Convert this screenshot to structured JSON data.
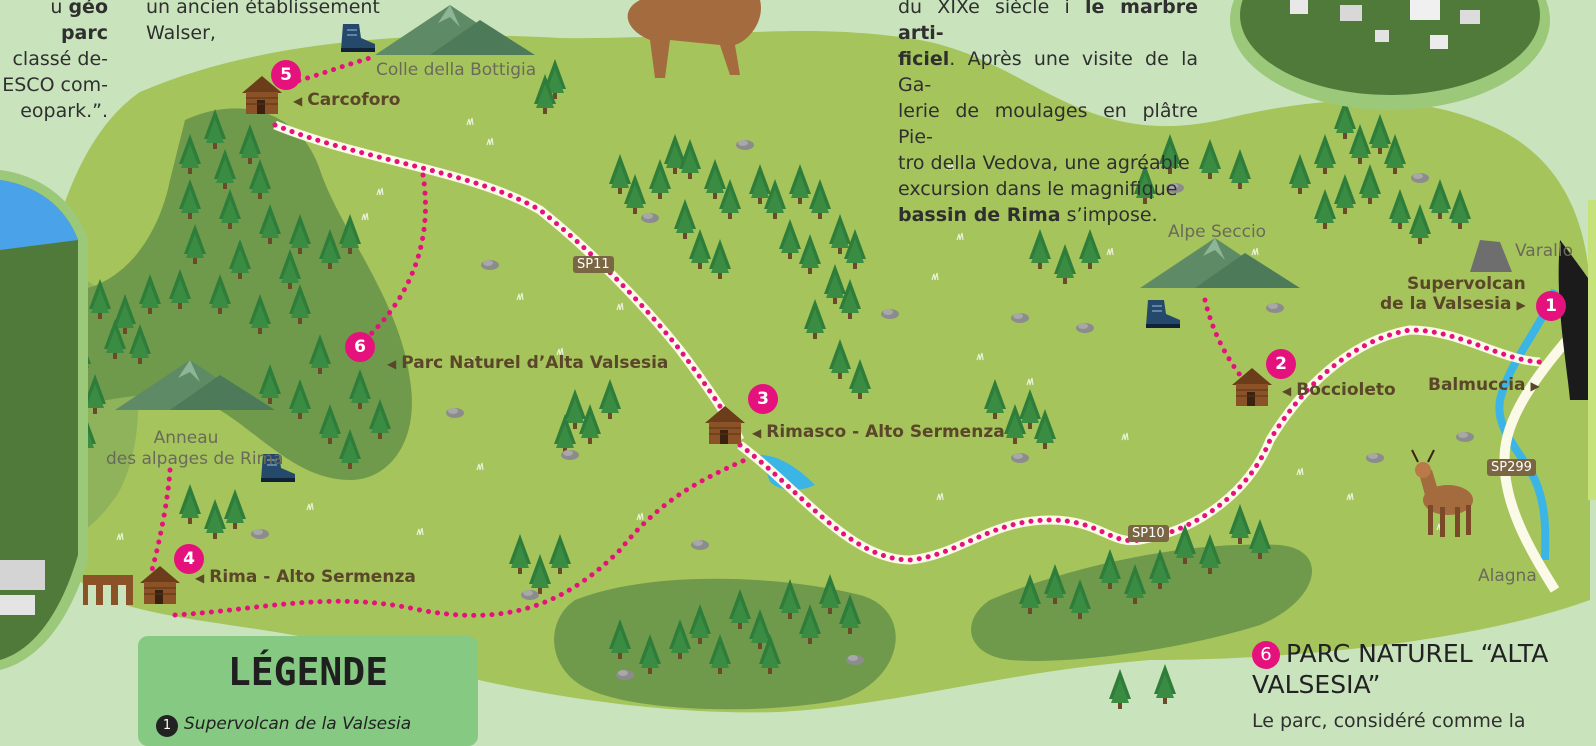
{
  "colors": {
    "background": "#c9e4bd",
    "land": "#a6c45c",
    "forest": "#6f9a4c",
    "route": "#e5127d",
    "road": "#fbfae8",
    "river": "#3bb5e6",
    "badge": "#e5127d",
    "label": "#5a4628",
    "legend_bg": "#86c982"
  },
  "top_left_text": {
    "line1a": "u ",
    "line1b": "géo parc",
    "line2": "classé de-",
    "line3": "ESCO com-",
    "line4": "eopark.”."
  },
  "top_mid_text": {
    "line1": "un ancien établissement",
    "line2": "Walser,"
  },
  "top_right_text": {
    "line1a": "du XIXe siècle i ",
    "line1b": "le marbre arti-",
    "line2b": "ficiel",
    "line2c": ". Après une visite de la Ga-",
    "line3": "lerie de moulages en plâtre Pie-",
    "line4": "tro della Vedova, une agréable",
    "line5": "excursion dans le magnifique",
    "line6b": "bassin de Rima",
    "line6c": " s’impose."
  },
  "places": {
    "carcoforo": "Carcoforo",
    "parc": "Parc Naturel d’Alta Valsesia",
    "rimasco": "Rimasco - Alto Sermenza",
    "rima": "Rima - Alto Sermenza",
    "boccioleto": "Boccioleto",
    "balmuccia": "Balmuccia",
    "supervolcan_1": "Supervolcan",
    "supervolcan_2": "de la Valsesia",
    "varallo": "Varallo",
    "alagna": "Alagna"
  },
  "peaks": {
    "bottiglia": "Colle della Bottigia",
    "seccio": "Alpe Seccio",
    "anneau_1": "Anneau",
    "anneau_2": "des alpages de Rima"
  },
  "badges": {
    "b1": "1",
    "b2": "2",
    "b3": "3",
    "b4": "4",
    "b5": "5",
    "b6": "6"
  },
  "roads": {
    "sp11": "SP11",
    "sp10": "SP10",
    "sp299": "SP299"
  },
  "legend": {
    "title": "LÉGENDE",
    "row_num": "1",
    "row_text": "Supervolcan de la Valsesia"
  },
  "section": {
    "num": "6",
    "title": "PARC NATUREL “ALTA VALSESIA”",
    "body": "Le parc, considéré comme la"
  },
  "icons": {
    "hiker": "hiking-boot-icon",
    "house": "chalet-icon",
    "tree": "pine-tree-icon",
    "rock": "rock-icon",
    "mountain": "mountain-icon",
    "deer": "chamois-icon"
  }
}
